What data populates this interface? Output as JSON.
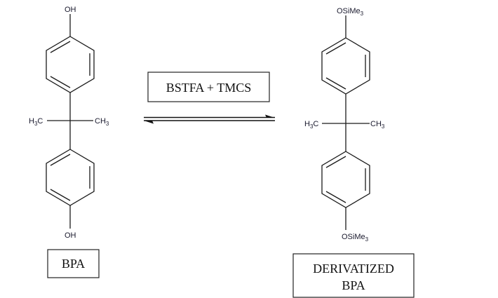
{
  "reactant": {
    "name": "BPA",
    "top_substituent": "OH",
    "bottom_substituent": "OH",
    "left_methyl": {
      "main": "H",
      "sub": "3",
      "tail": "C"
    },
    "right_methyl": {
      "main": "CH",
      "sub": "3"
    }
  },
  "reagent": {
    "label": "BSTFA + TMCS",
    "arrow_type": "equilibrium"
  },
  "product": {
    "name_line1": "DERIVATIZED",
    "name_line2": "BPA",
    "top_substituent": {
      "main": "OSiMe",
      "sub": "3"
    },
    "bottom_substituent": {
      "main": "OSiMe",
      "sub": "3"
    },
    "left_methyl": {
      "main": "H",
      "sub": "3",
      "tail": "C"
    },
    "right_methyl": {
      "main": "CH",
      "sub": "3"
    }
  }
}
